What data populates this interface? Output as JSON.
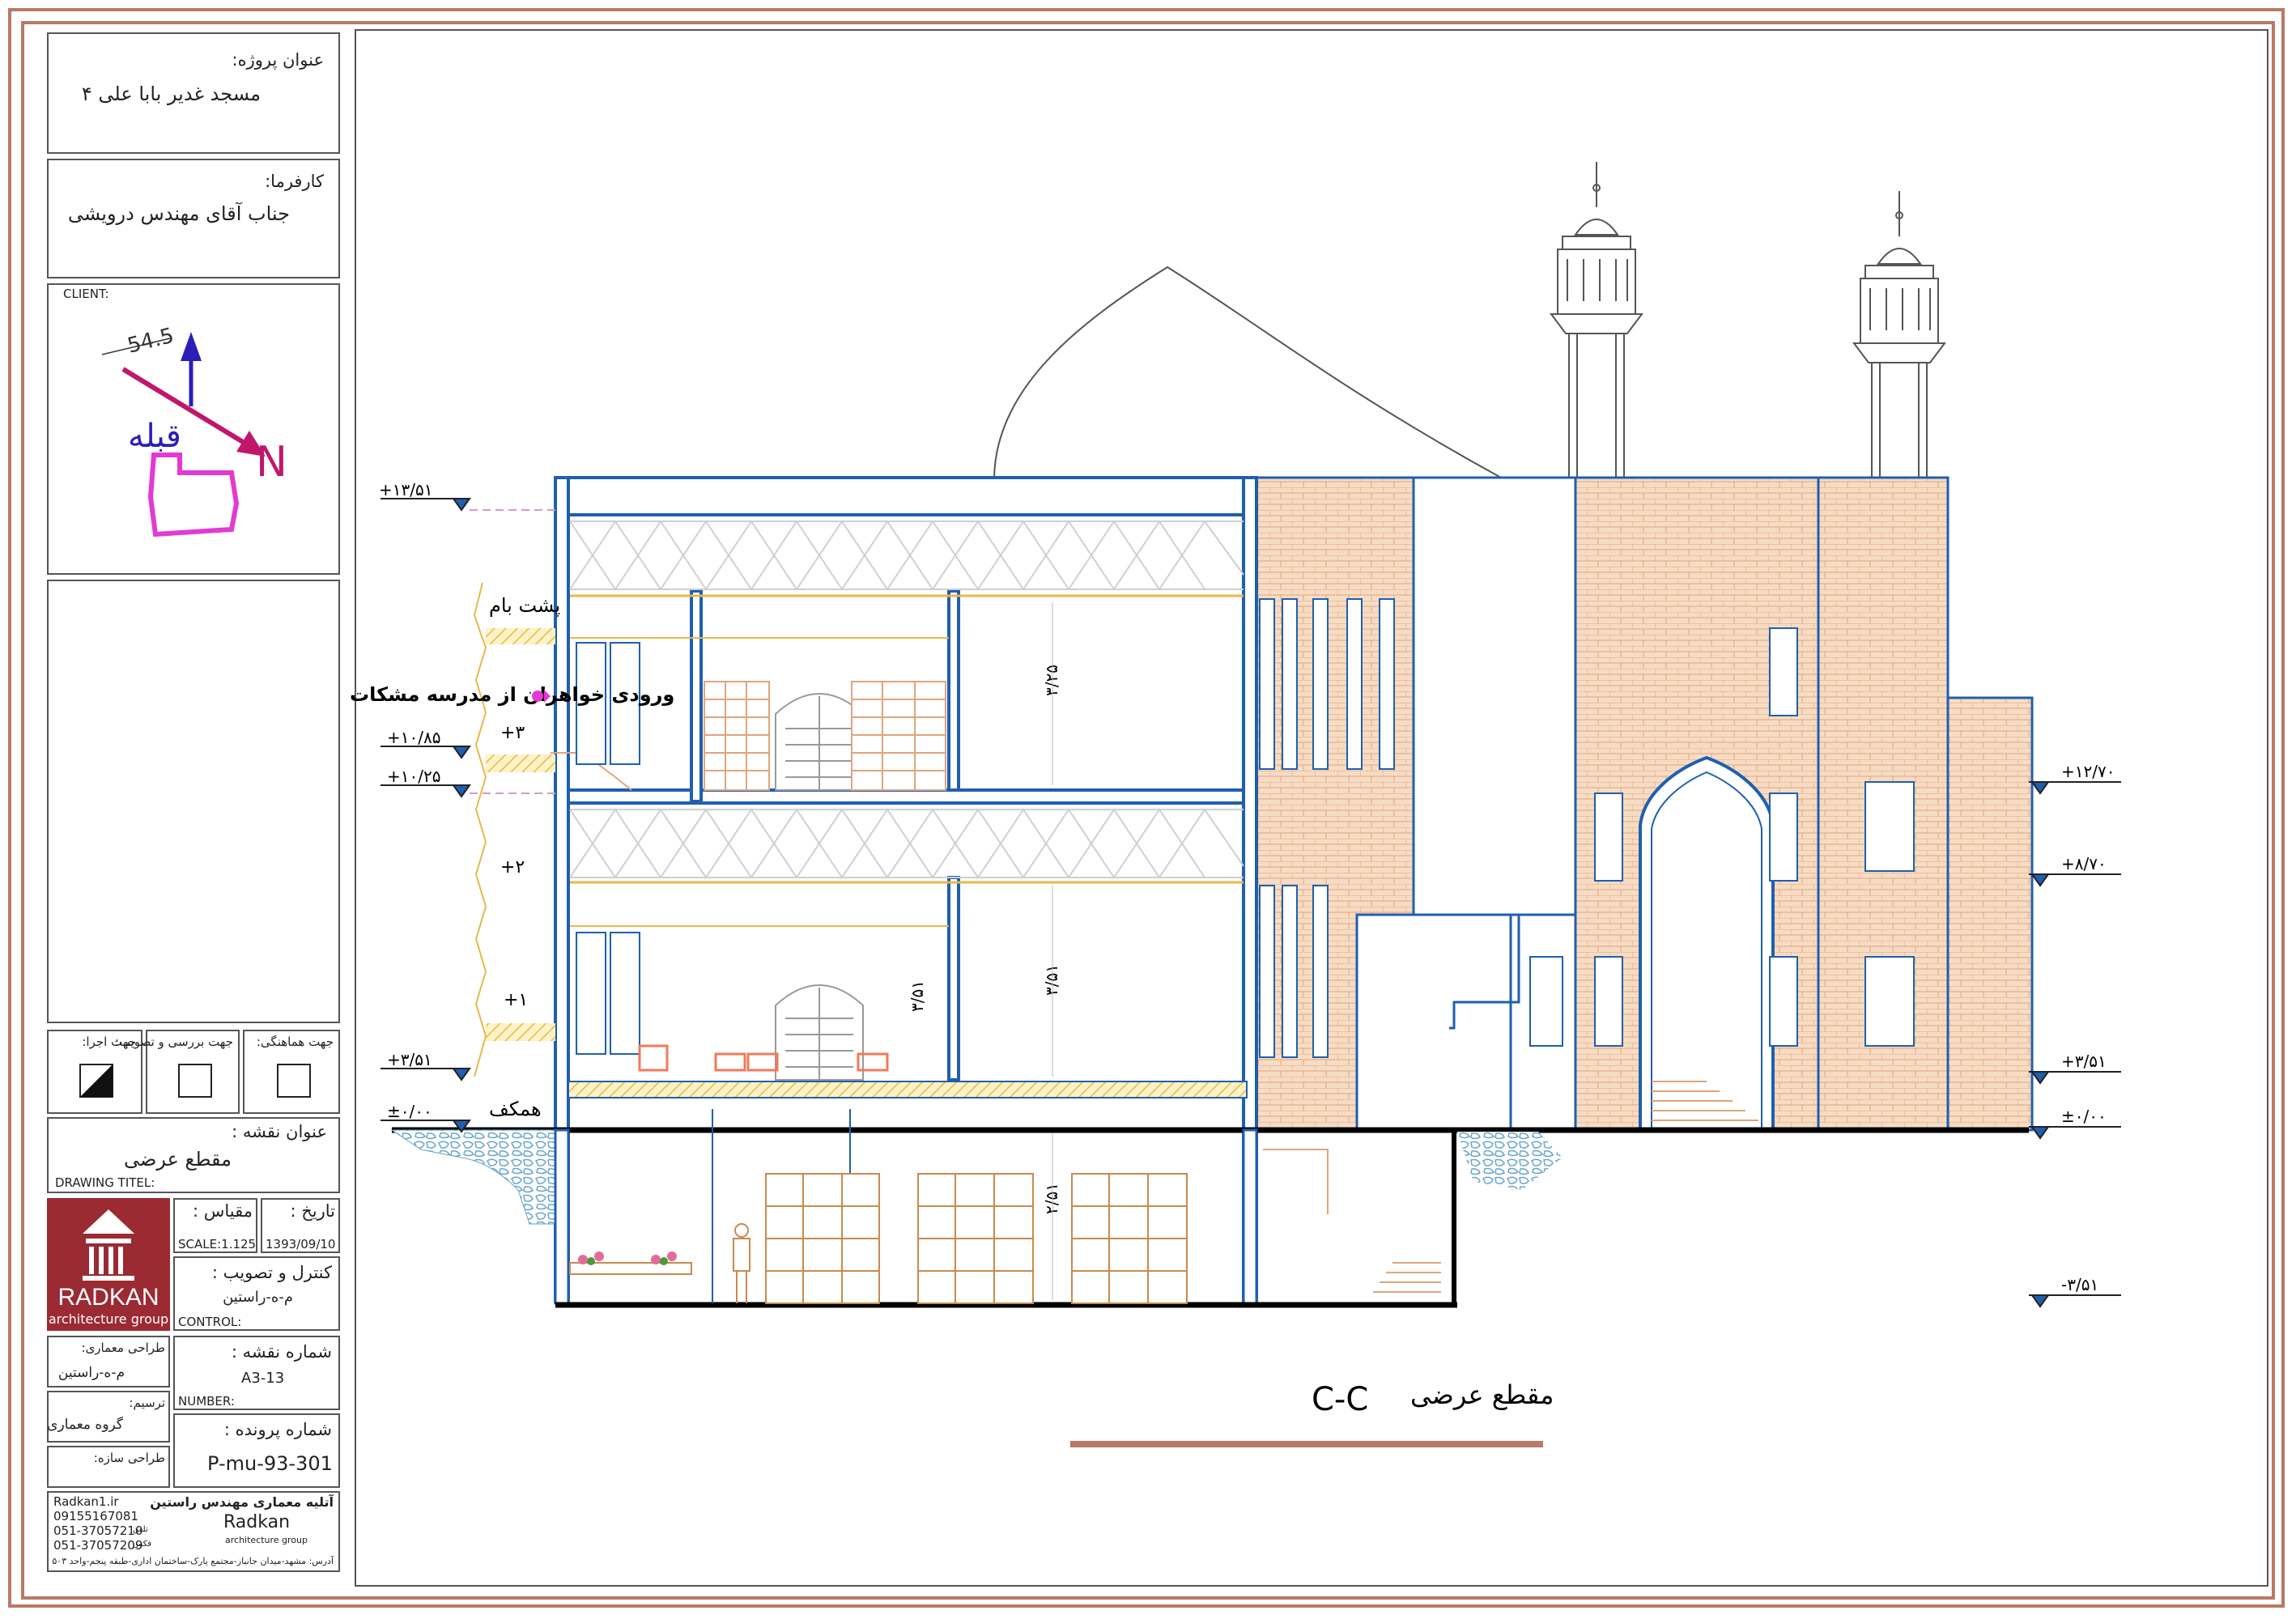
{
  "title_block": {
    "project_label": "عنوان پروژه:",
    "project_value": "مسجد غدیر بابا علی ۴",
    "employer_label": "کارفرما:",
    "employer_value": "جناب آقای مهندس درویشی",
    "client_label": "CLIENT:",
    "compass_angle": "54.5",
    "compass_north": "N",
    "compass_qibla": "قبله",
    "stage_exec": "جهت اجرا:",
    "stage_review": "جهت بررسی و تصویب:",
    "stage_coord": "جهت هماهنگی:",
    "drawing_title_label": "عنوان نقشه :",
    "drawing_title_value": "مقطع عرضی",
    "drawing_title_en": "DRAWING TITEL:",
    "logo_name": "RADKAN",
    "logo_sub": "architecture group",
    "scale_label": "مقیاس :",
    "scale_value": "SCALE:1.125",
    "date_label": "تاریخ :",
    "date_value": "1393/09/10",
    "control_label": "کنترل و تصویب :",
    "control_value": "م-ه-راستین",
    "control_en": "CONTROL:",
    "arch_design_label": "طراحی معماری:",
    "arch_design_value": "م-ه-راستین",
    "sheet_label": "شماره نقشه :",
    "sheet_value": "A3-13",
    "sheet_en": "NUMBER:",
    "draft_label": "ترسیم:",
    "draft_value": "گروه معماری",
    "file_label": "شماره پرونده :",
    "file_value": "P-mu-93-301",
    "struct_label": "طراحی سازه:",
    "website": "Radkan1.ir",
    "phone1": "09155167081",
    "phone2": "051-37057210",
    "phone3": "051-37057209",
    "phone2_tag": "تلفن",
    "phone3_tag": "فکس",
    "studio_name": "آتلیه معماری مهندس راستین",
    "studio_brand": "Radkan",
    "studio_sub": "architecture group",
    "address": "آدرس: مشهد-میدان جانباز-مجتمع پارک-ساختمان اداری-طبقه پنجم-واحد ۵۰۳"
  },
  "drawing": {
    "label_roof": "پشت بام",
    "label_entrance": "ورودی خواهران از مدرسه مشکات",
    "label_floor3": "+۳",
    "label_floor2": "+۲",
    "label_floor1": "+۱",
    "label_ground": "همکف",
    "level_l1": "+۱۳/۵۱",
    "level_l2": "+۱۰/۸۵",
    "level_l3": "+۱۰/۲۵",
    "level_l4": "+۳/۵۱",
    "level_l5": "±۰/۰۰",
    "level_r1": "+۱۲/۷۰",
    "level_r2": "+۸/۷۰",
    "level_r3": "+۳/۵۱",
    "level_r4": "±۰/۰۰",
    "level_r5": "-۳/۵۱",
    "dim_a": "۳/۲۵",
    "dim_b": "۳/۵۱",
    "dim_c": "۳/۵۱",
    "dim_d": "۲/۵۱",
    "section_title": "مقطع عرضی",
    "section_code": "C-C"
  },
  "colors": {
    "frame": "#b97a66",
    "wall_blue": "#1f5fb0",
    "brick": "#f7dcc4",
    "brick_line": "#e0a57c",
    "magenta": "#e23ad3",
    "qibla_arrow": "#c0166c",
    "north_arrow": "#2a1fb8",
    "logo_bg": "#9b2a33"
  }
}
